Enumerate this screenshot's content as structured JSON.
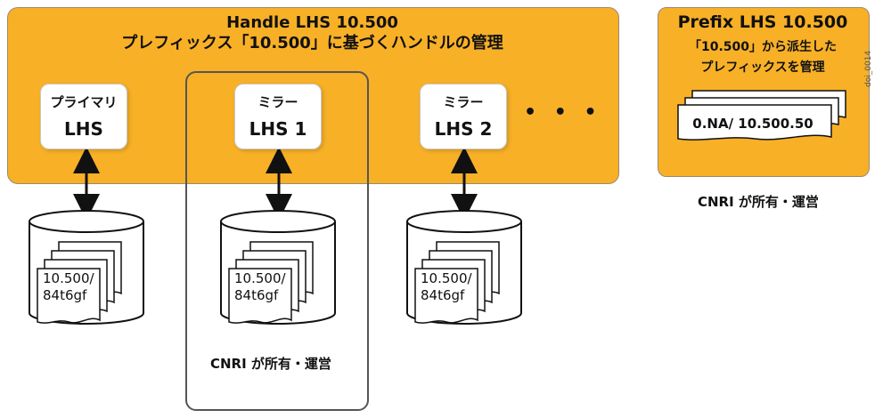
{
  "handle": {
    "title_line1": "Handle LHS 10.500",
    "title_line2": "プレフィックス「10.500」に基づくハンドルの管理"
  },
  "servers": [
    {
      "top": "プライマリ",
      "bottom": "LHS"
    },
    {
      "top": "ミラー",
      "bottom": "LHS 1"
    },
    {
      "top": "ミラー",
      "bottom": "LHS 2"
    }
  ],
  "more": "• • •",
  "records": [
    "10.500/",
    "84t6gf"
  ],
  "owner_label": "CNRI が所有・運営",
  "prefix": {
    "title": "Prefix LHS 10.500",
    "desc_line1": "「10.500」から派生した",
    "desc_line2": "プレフィックスを管理",
    "record": "0.NA/ 10.500.50",
    "owner_label": "CNRI が所有・運営"
  },
  "side_tag": "doi_0014"
}
